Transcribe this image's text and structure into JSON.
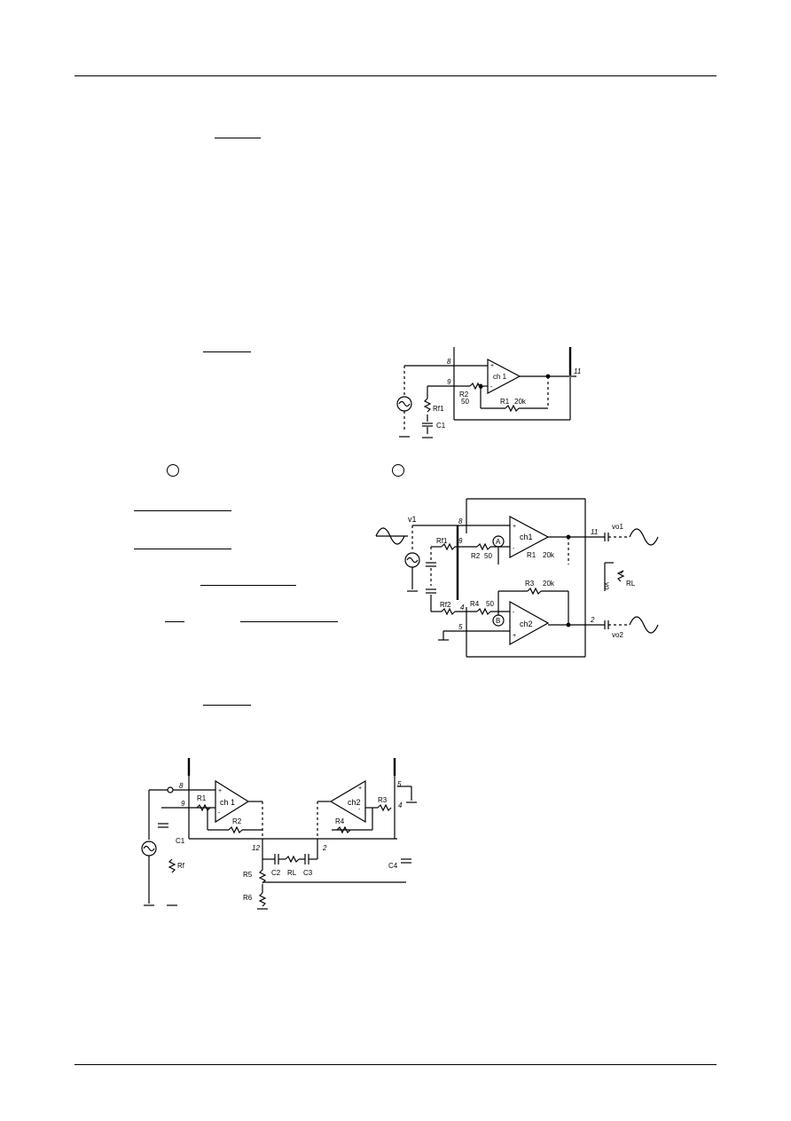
{
  "figure1": {
    "pins": {
      "p8": "8",
      "p9": "9",
      "p11": "11"
    },
    "amp": "ch 1",
    "plus": "+",
    "minus": "-",
    "r2": "R2",
    "r2_val": "50",
    "r1": "R1",
    "r1_val": "20k",
    "rf": "Rf1",
    "c1": "C1"
  },
  "figure2": {
    "pins": {
      "p8": "8",
      "p9": "9",
      "p11": "11",
      "p2": "2",
      "p4": "4",
      "p5": "5"
    },
    "v1": "v1",
    "rf1": "Rf1",
    "rf2": "Rf2",
    "nodeA": "A",
    "nodeB": "B",
    "r2": "R2",
    "r2_val": "50",
    "r1": "R1",
    "r1_val": "20k",
    "r3": "R3",
    "r3_val": "20k",
    "r4": "R4",
    "r4_val": "50",
    "amp1": "ch1",
    "amp2": "ch2",
    "vo1": "vo1",
    "vo2": "vo2",
    "vo": "vo",
    "rl": "RL",
    "plus": "+",
    "minus": "-"
  },
  "figure3": {
    "pins": {
      "p8": "8",
      "p9": "9",
      "p12": "12",
      "p2": "2",
      "p5": "5",
      "p4": "4"
    },
    "amp1": "ch 1",
    "amp2": "ch2",
    "r1": "R1",
    "r2": "R2",
    "r3": "R3",
    "r4": "R4",
    "r5": "R5",
    "r6": "R6",
    "rf": "Rf",
    "rl": "RL",
    "c1": "C1",
    "c2": "C2",
    "c3": "C3",
    "c4": "C4",
    "plus": "+",
    "minus": "-"
  }
}
